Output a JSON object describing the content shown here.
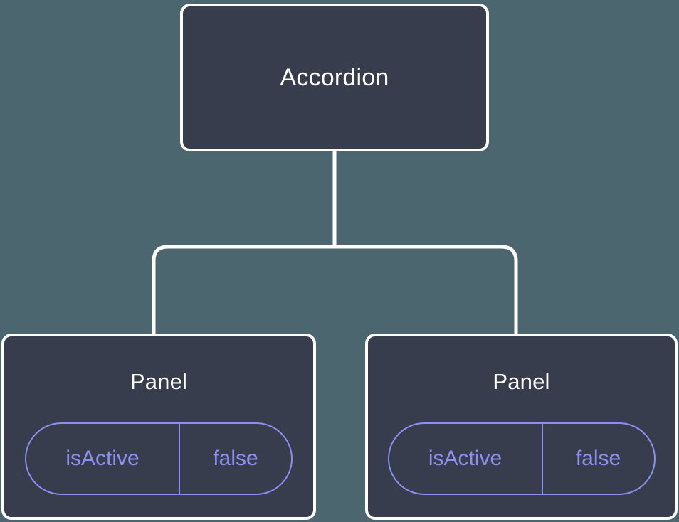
{
  "diagram": {
    "type": "component-tree",
    "background_color": "#4c6670",
    "node_fill_color": "#373d4d",
    "node_border_color": "#ffffff",
    "connector_color": "#ffffff",
    "accent_color": "#8b8ff0",
    "root": {
      "label": "Accordion"
    },
    "children": [
      {
        "label": "Panel",
        "state": {
          "key": "isActive",
          "value": "false"
        }
      },
      {
        "label": "Panel",
        "state": {
          "key": "isActive",
          "value": "false"
        }
      }
    ]
  }
}
